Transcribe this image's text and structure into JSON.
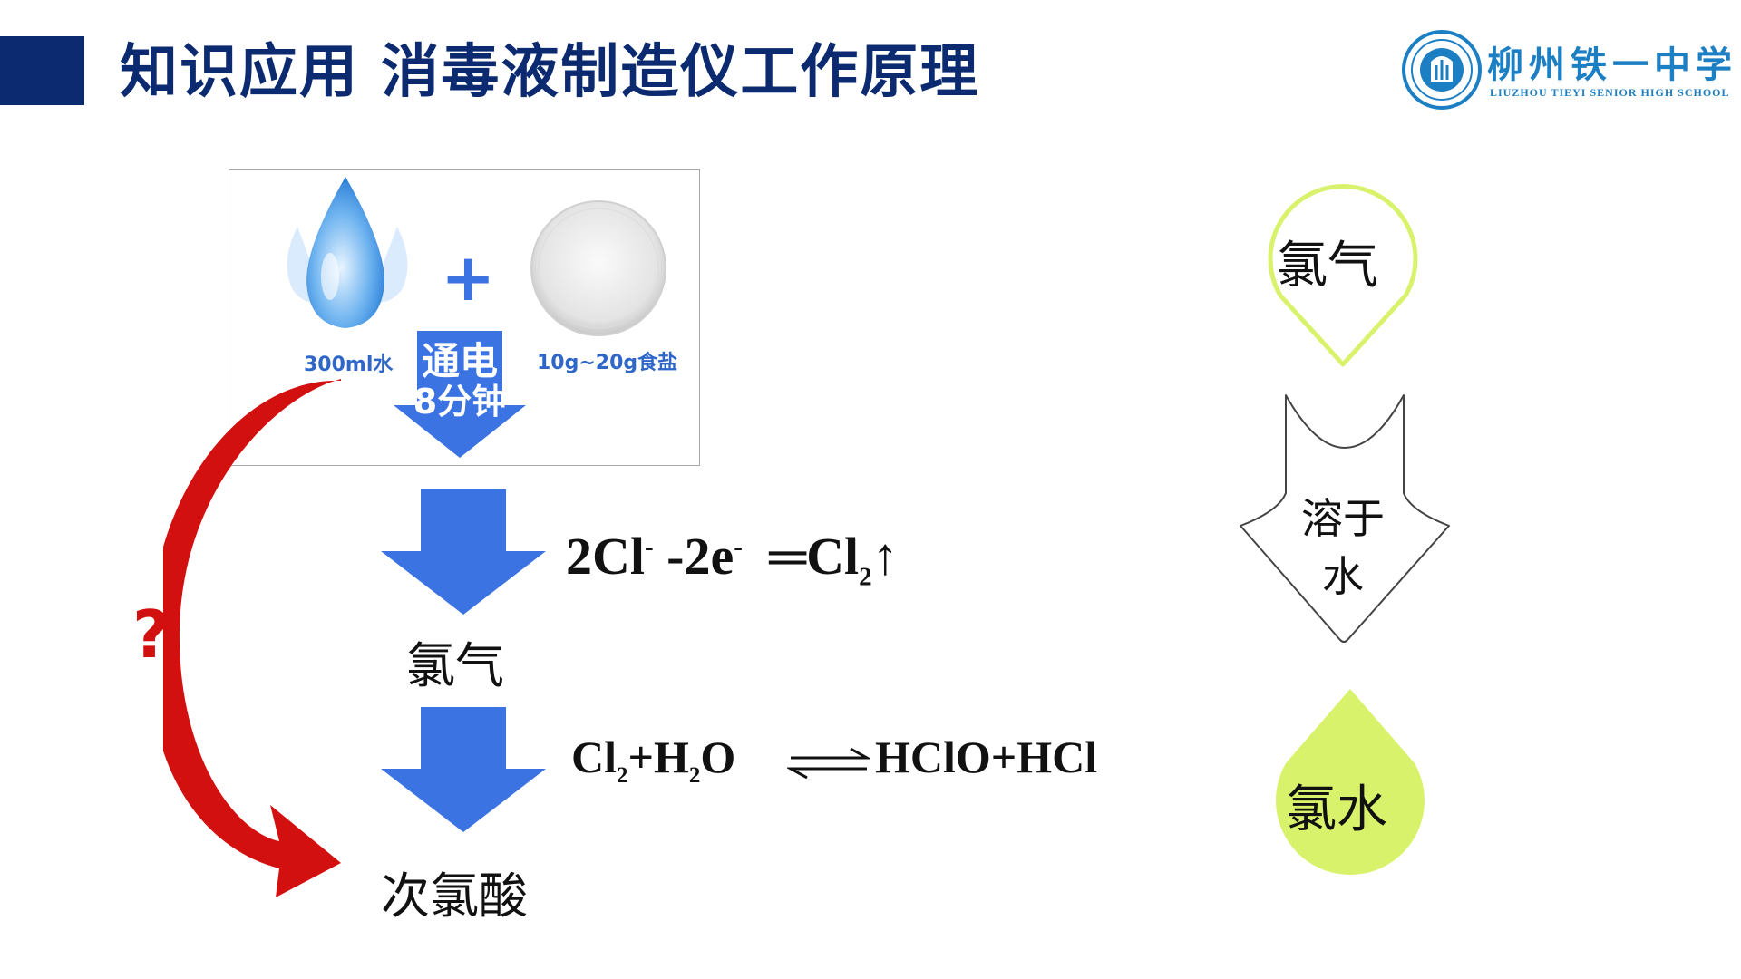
{
  "header": {
    "title": "知识应用 消毒液制造仪工作原理",
    "school_name": "柳州铁一中学",
    "school_name_en": "LIUZHOU TIEYI SENIOR HIGH SCHOOL"
  },
  "device": {
    "water_label": "300ml水",
    "salt_label": "10g~20g食盐",
    "plus_sign": "+",
    "power_label": "通电",
    "power_time": "8分钟"
  },
  "equations": {
    "eq1_lhs": "2Cl",
    "eq1_charge1": "-",
    "eq1_mid": " -2e",
    "eq1_charge2": "-",
    "eq1_arrow": "═",
    "eq1_rhs": "Cl",
    "eq1_sub": "2",
    "eq1_gas": "↑",
    "eq2_a": "Cl",
    "eq2_a_sub": "2",
    "eq2_b": "+H",
    "eq2_b_sub": "2",
    "eq2_c": "O",
    "eq2_rhs": "HClO+HCl"
  },
  "flow": {
    "product1": "氯气",
    "product2": "次氯酸",
    "question": "?"
  },
  "side": {
    "chlorine": "氯气",
    "dissolve_line1": "溶于",
    "dissolve_line2": "水",
    "chlorine_water": "氯水"
  },
  "colors": {
    "title": "#0b2a6f",
    "blue_arrow": "#3b73e2",
    "red_arrow": "#d31010",
    "lime": "#d9f26b",
    "school_blue": "#1c7fc4"
  }
}
